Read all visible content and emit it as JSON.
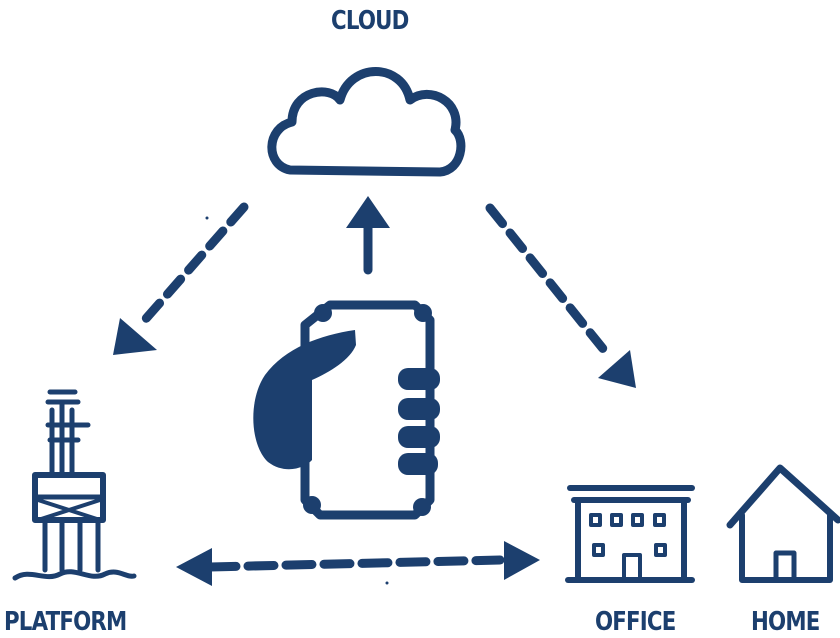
{
  "labels": {
    "cloud": "CLOUD",
    "platform": "PLATFORM",
    "office": "OFFICE",
    "home": "HOME"
  },
  "colors": {
    "ink": "#1c3f6e",
    "background": "#ffffff"
  },
  "icons": [
    "cloud-icon",
    "phone-in-hand-icon",
    "oil-platform-icon",
    "office-building-icon",
    "house-icon"
  ]
}
